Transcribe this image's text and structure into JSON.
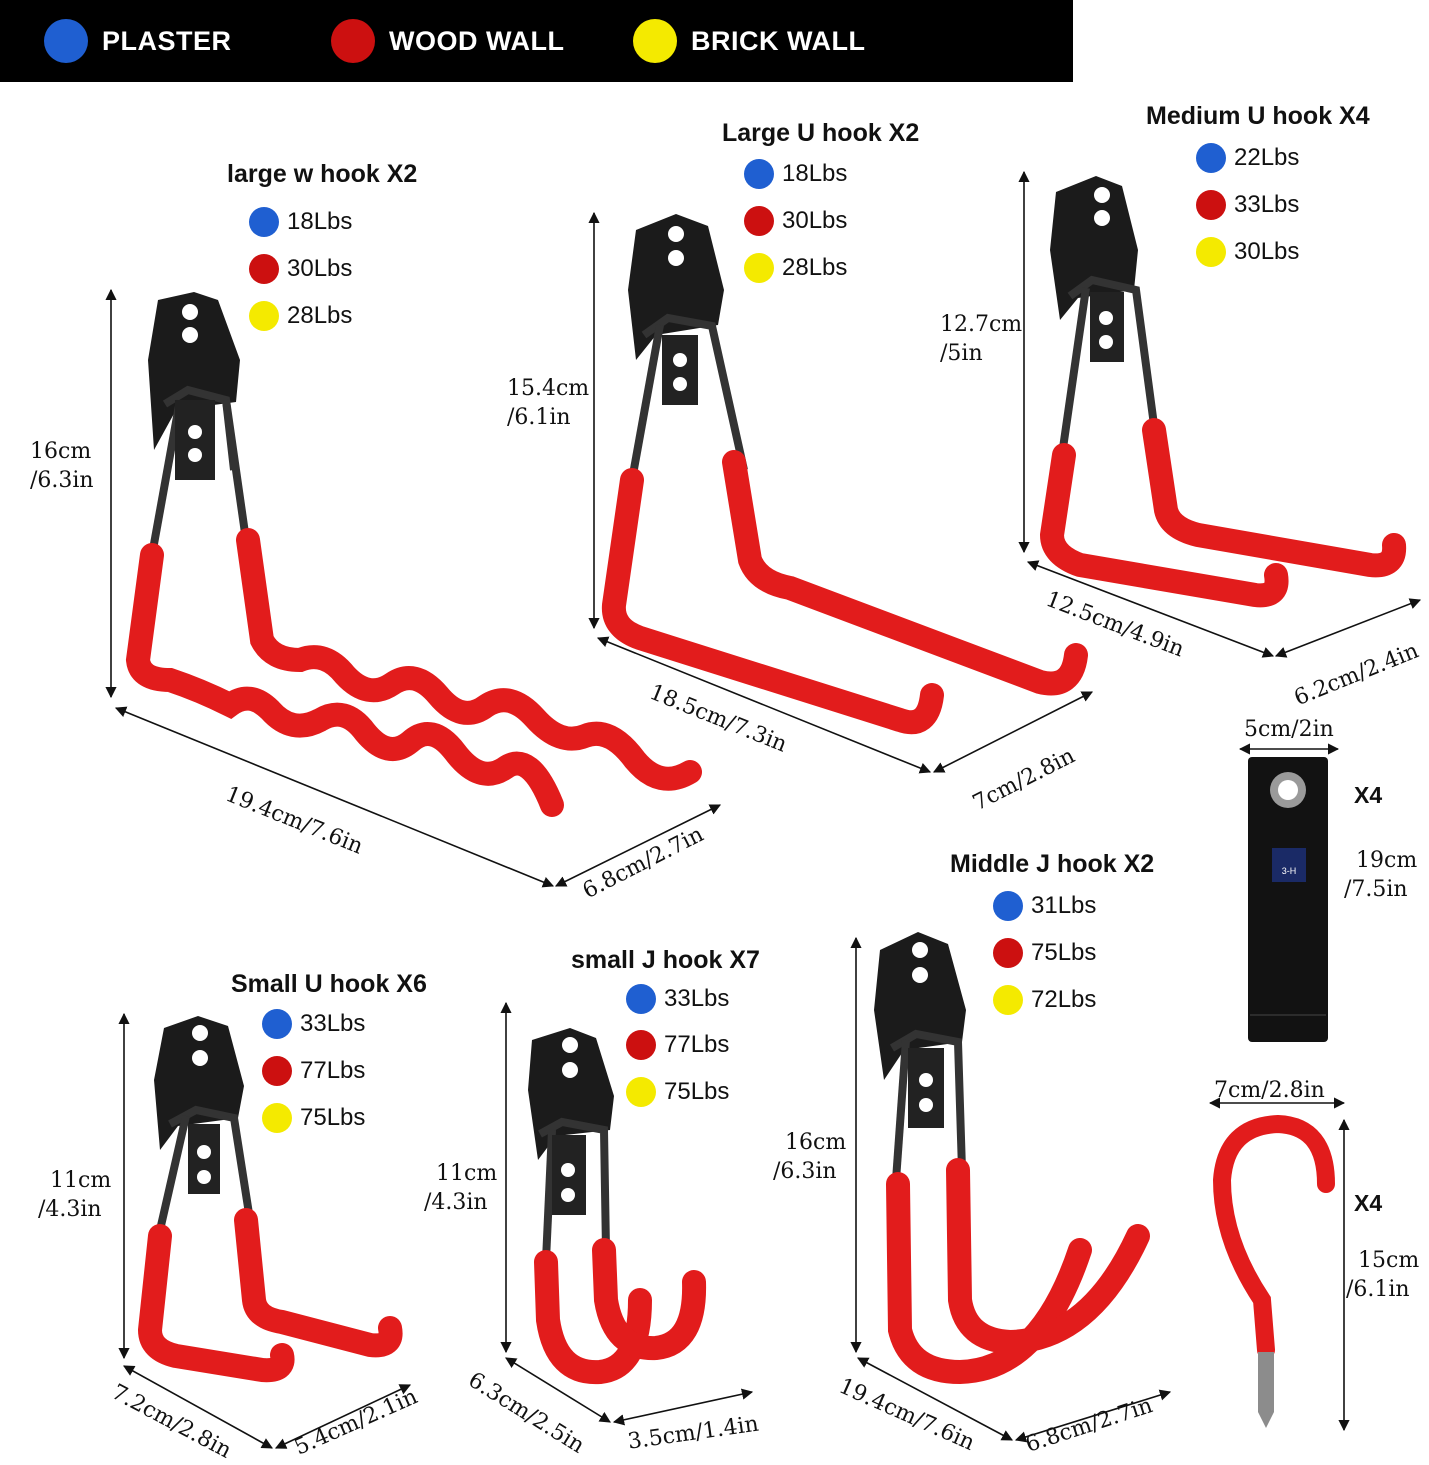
{
  "legend": [
    {
      "label": "PLASTER",
      "color": "#1f5fd1"
    },
    {
      "label": "WOOD WALL",
      "color": "#cc1010"
    },
    {
      "label": "BRICK WALL",
      "color": "#f4ea00"
    }
  ],
  "colors": {
    "plaster": "#1f5fd1",
    "wood": "#cc1010",
    "brick": "#f4ea00",
    "hook_red": "#e21c1c",
    "plate": "#1b1b1b"
  },
  "hooks": {
    "large_w": {
      "title": "large w hook X2",
      "ratings": [
        "18Lbs",
        "30Lbs",
        "28Lbs"
      ],
      "height": [
        "16cm",
        "/6.3in"
      ],
      "length": "19.4cm/7.6in",
      "width": "6.8cm/2.7in"
    },
    "large_u": {
      "title": "Large U hook X2",
      "ratings": [
        "18Lbs",
        "30Lbs",
        "28Lbs"
      ],
      "height": [
        "15.4cm",
        "/6.1in"
      ],
      "length": "18.5cm/7.3in",
      "width": "7cm/2.8in"
    },
    "medium_u": {
      "title": "Medium U hook X4",
      "ratings": [
        "22Lbs",
        "33Lbs",
        "30Lbs"
      ],
      "height": [
        "12.7cm",
        "/5in"
      ],
      "length": "12.5cm/4.9in",
      "width": "6.2cm/2.4in"
    },
    "small_u": {
      "title": "Small U hook X6",
      "ratings": [
        "33Lbs",
        "77Lbs",
        "75Lbs"
      ],
      "height": [
        "11cm",
        "/4.3in"
      ],
      "length": "7.2cm/2.8in",
      "width": "5.4cm/2.1in"
    },
    "small_j": {
      "title": "small J hook X7",
      "ratings": [
        "33Lbs",
        "77Lbs",
        "75Lbs"
      ],
      "height": [
        "11cm",
        "/4.3in"
      ],
      "length": "6.3cm/2.5in",
      "width": "3.5cm/1.4in"
    },
    "middle_j": {
      "title": "Middle J hook X2",
      "ratings": [
        "31Lbs",
        "75Lbs",
        "72Lbs"
      ],
      "height": [
        "16cm",
        "/6.3in"
      ],
      "length": "19.4cm/7.6in",
      "width": "6.8cm/2.7in"
    }
  },
  "strap": {
    "width": "5cm/2in",
    "qty": "X4",
    "height": [
      "19cm",
      "/7.5in"
    ],
    "logo_text": "3-H"
  },
  "screw_hook": {
    "width": "7cm/2.8in",
    "qty": "X4",
    "height": [
      "15cm",
      "/6.1in"
    ]
  }
}
